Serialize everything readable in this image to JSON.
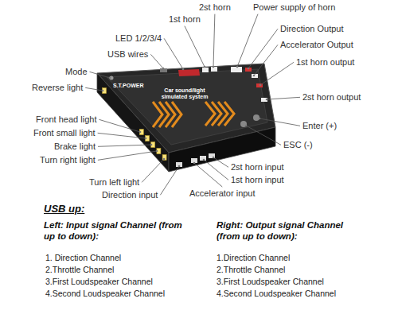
{
  "diagram": {
    "labels": [
      "2st horn",
      "Power supply of horn",
      "1st horn",
      "LED 1/2/3/4",
      "Direction Output",
      "Accelerator Output",
      "USB wires",
      "1st horn output",
      "Mode",
      "Reverse light",
      "2st horn output",
      "Front head light",
      "Enter (+)",
      "Front small light",
      "Brake light",
      "ESC (-)",
      "Turn right light",
      "2st horn input",
      "1st horn input",
      "Turn left light",
      "Accelerator input",
      "Direction input",
      "S.T.POWER",
      "Car sound/light simulated system",
      "USB up:",
      "Left: Input signal Channel (from up to down):",
      "1. Direction Channel",
      "2.Throttle Channel",
      "3.First Loudspeaker Channel",
      "4.Second Loudspeaker Channel",
      "Right: Output signal Channel (from up to down):",
      "1.Direction Channel",
      "2.Throttle Channel",
      "3.First Loudspeaker Channel",
      "4.Second Loudspeaker Channel"
    ]
  }
}
